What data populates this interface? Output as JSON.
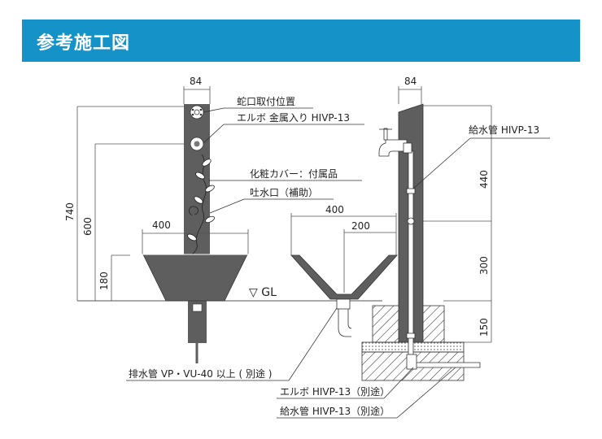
{
  "header": {
    "title": "参考施工図"
  },
  "labels": {
    "faucet_position": "蛇口取付位置",
    "elbow_faucet": "エルボ 金属入り HIVP-13",
    "cosmetic_cover": "化粧カバー：付属品",
    "spout": "吐水口（補助）",
    "drain_pipe": "排水管 VP・VU-40 以上 ( 別途 )",
    "elbow_separate": "エルボ HIVP-13（別途）",
    "supply_pipe_separate": "給水管 HIVP-13（別途）",
    "supply_pipe_right": "給水管 HIVP-13",
    "ground_level": "▽ GL"
  },
  "dimensions": {
    "left_width": "84",
    "right_width": "84",
    "total_height": "740",
    "faucet_height": "600",
    "basin_height": "180",
    "basin_width_left": "400",
    "basin_width_right": "400",
    "drain_offset": "200",
    "upper_section": "440",
    "lower_section": "300",
    "foundation": "150"
  },
  "colors": {
    "header": "#1592c8",
    "post": "#5e5e5e",
    "pipe": "#ffffff"
  }
}
